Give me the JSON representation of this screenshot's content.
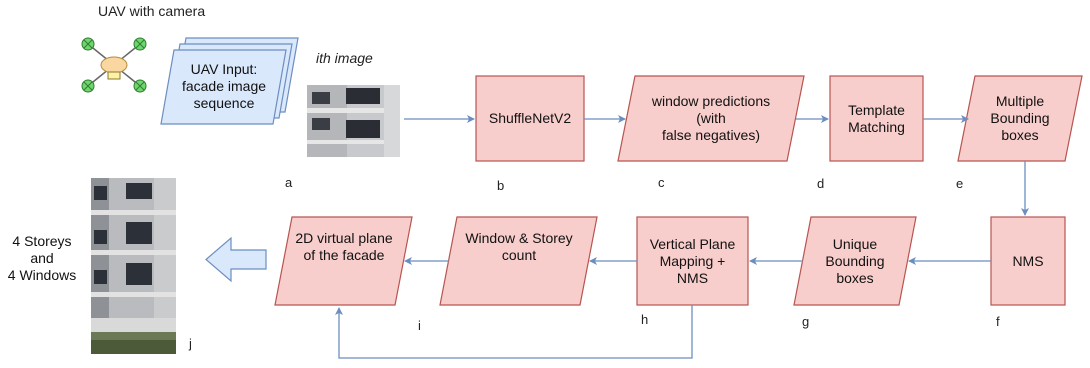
{
  "uav_label": "UAV with camera",
  "ith_image_label": "ith image",
  "input_label": "UAV Input:\nfacade image\nsequence",
  "nodes": {
    "shufflenet": "ShuffleNetV2",
    "window_pred": "window predictions\n(with\nfalse negatives)",
    "template": "Template\nMatching",
    "multi_bbox": "Multiple\nBounding\nboxes",
    "nms": "NMS",
    "unique_bbox": "Unique\nBounding\nboxes",
    "vpm": "Vertical Plane\nMapping +\nNMS",
    "ws_count": "Window & Storey\ncount",
    "virtual_plane": "2D virtual plane\nof the facade"
  },
  "step_letters": {
    "a": "a",
    "b": "b",
    "c": "c",
    "d": "d",
    "e": "e",
    "f": "f",
    "g": "g",
    "h": "h",
    "i": "i",
    "j": "j"
  },
  "result_label": "4 Storeys\nand\n4 Windows",
  "colors": {
    "node_fill": "#f8cecc",
    "node_stroke": "#b85450",
    "input_fill": "#dae8fc",
    "input_stroke": "#6c8ebf",
    "arrow": "#6c8ebf",
    "big_arrow_fill": "#dae8fc"
  }
}
